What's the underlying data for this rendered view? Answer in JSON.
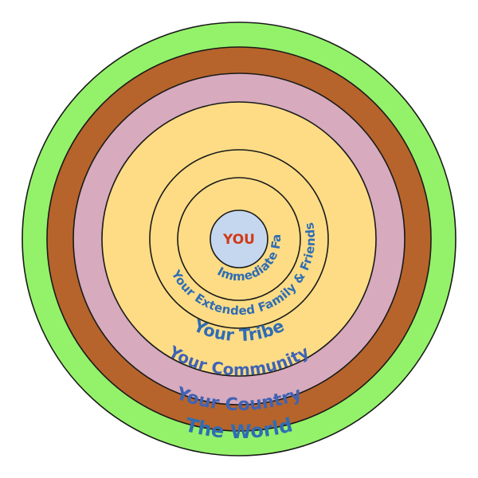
{
  "diagram": {
    "center": {
      "label": "YOU",
      "fill": "#c5d7ee",
      "label_color": "#d23a17"
    },
    "rings": [
      {
        "id": "immediate-family",
        "label": "Your Immediate Family",
        "fill": "#fddc85",
        "label_color": "#2f6db3"
      },
      {
        "id": "extended-family",
        "label": "Your Extended Family & Friends",
        "fill": "#fddc85",
        "label_color": "#2f6db3"
      },
      {
        "id": "tribe",
        "label": "Your Tribe",
        "fill": "#fddc85",
        "label_color": "#2f6db3"
      },
      {
        "id": "community",
        "label": "Your Community",
        "fill": "#d7aabd",
        "label_color": "#3f63b5"
      },
      {
        "id": "country",
        "label": "Your Country",
        "fill": "#b6642b",
        "label_color": "#3f63b5"
      },
      {
        "id": "world",
        "label": "The World",
        "fill": "#94f26a",
        "label_color": "#2f6db3"
      }
    ]
  }
}
